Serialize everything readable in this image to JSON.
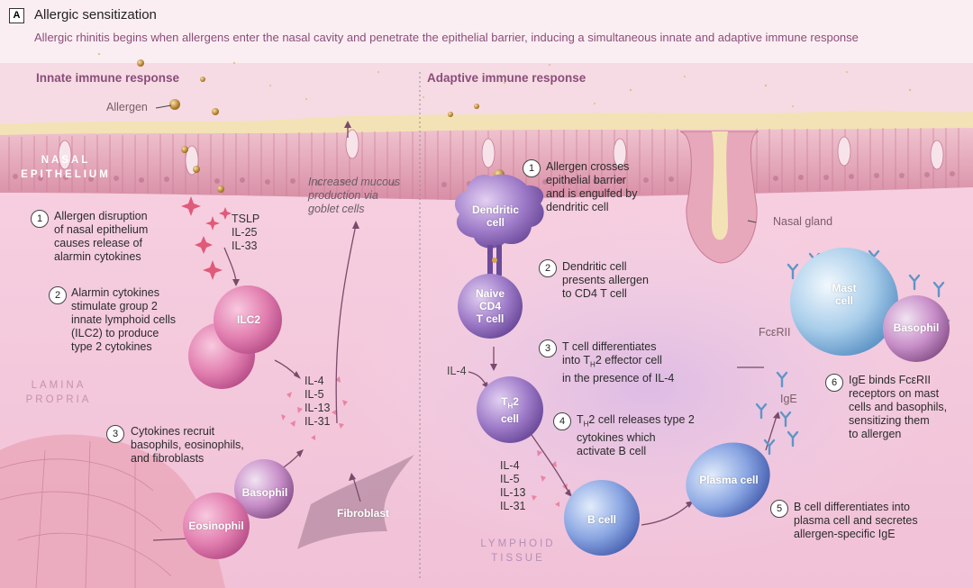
{
  "panel": {
    "letter": "A",
    "title": "Allergic sensitization",
    "subtitle": "Allergic rhinitis begins when allergens enter the nasal cavity and penetrate the epithelial barrier, inducing a simultaneous innate and adaptive immune response"
  },
  "sections": {
    "innate": "Innate immune response",
    "adaptive": "Adaptive immune response"
  },
  "regions": {
    "epithelium": "NASAL\nEPITHELIUM",
    "lamina": "LAMINA\nPROPRIA",
    "lymphoid": "LYMPHOID\nTISSUE"
  },
  "labels": {
    "allergen": "Allergen",
    "mucous": "Increased mucous\nproduction via\ngoblet cells",
    "nasal_gland": "Nasal gland",
    "fceri": "FcεRII",
    "ige": "IgE",
    "il4": "IL-4"
  },
  "innate_steps": [
    {
      "n": "1",
      "text": "Allergen disruption\nof nasal epithelium\ncauses release of\nalarmin cytokines"
    },
    {
      "n": "2",
      "text": "Alarmin cytokines\nstimulate group 2\ninnate lymphoid cells\n(ILC2) to produce\ntype 2 cytokines"
    },
    {
      "n": "3",
      "text": "Cytokines recruit\nbasophils, eosinophils,\nand fibroblasts"
    }
  ],
  "adaptive_steps": [
    {
      "n": "1",
      "text": "Allergen crosses\nepithelial barrier\nand is engulfed by\ndendritic cell"
    },
    {
      "n": "2",
      "text": "Dendritic cell\npresents allergen\nto CD4 T cell"
    },
    {
      "n": "3",
      "text_a": "T cell differentiates\ninto T",
      "sub": "H",
      "text_b": "2 effector cell\nin the presence of IL-4"
    },
    {
      "n": "4",
      "text_a": "T",
      "sub": "H",
      "text_b": "2 cell releases type 2\ncytokines which\nactivate B cell"
    },
    {
      "n": "5",
      "text": "B cell differentiates into\nplasma cell and secretes\nallergen-specific IgE"
    },
    {
      "n": "6",
      "text": "IgE binds FcεRII\nreceptors on mast\ncells and basophils,\nsensitizing them\nto allergen"
    }
  ],
  "cytokines": {
    "alarmins": "TSLP\nIL-25\nIL-33",
    "type2_innate": "IL-4\nIL-5\nIL-13\nIL-31",
    "type2_adaptive": "IL-4\nIL-5\nIL-13\nIL-31"
  },
  "cells": {
    "ilc2": "ILC2",
    "eosinophil": "Eosinophil",
    "basophil": "Basophil",
    "fibroblast": "Fibroblast",
    "dendritic": "Dendritic\ncell",
    "naive": "Naive\nCD4\nT cell",
    "th2_a": "T",
    "th2_sub": "H",
    "th2_b": "2\ncell",
    "bcell": "B cell",
    "plasma": "Plasma cell",
    "mast": "Mast\ncell",
    "basophil2": "Basophil"
  },
  "colors": {
    "accent": "#8a4d7a",
    "background": "#f6dbe4",
    "epithelium": "#e9b7c3",
    "mucus": "#f3e2b5",
    "allergen": "#c99a3d"
  }
}
